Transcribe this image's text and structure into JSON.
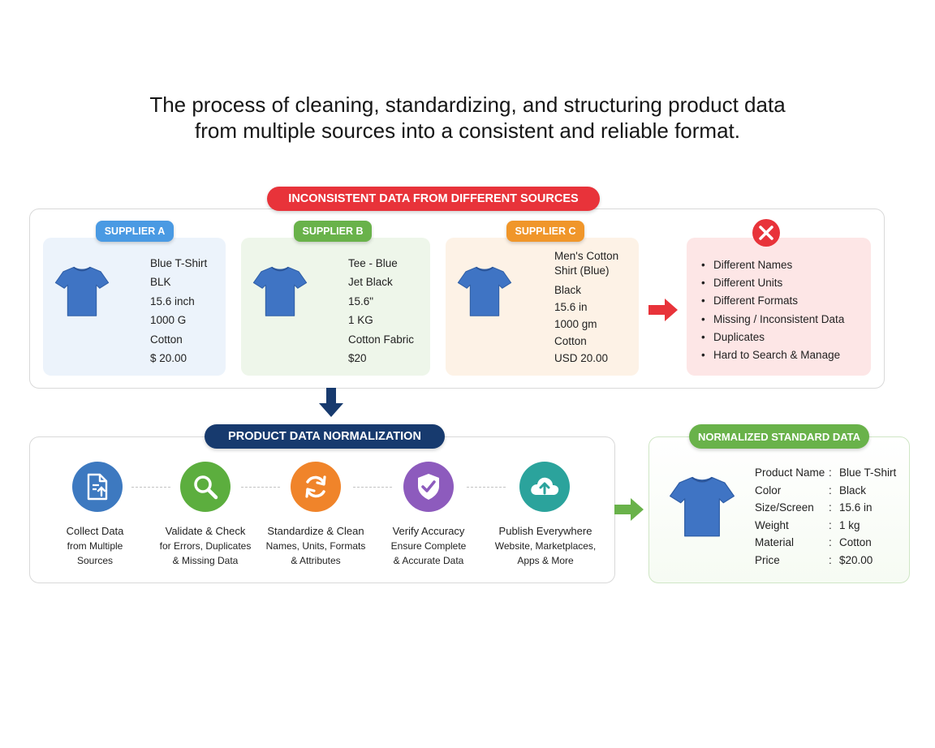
{
  "subtitle": {
    "line1": "The process of cleaning, standardizing, and structuring product data",
    "line2": "from multiple sources into a consistent and reliable format."
  },
  "inconsistent": {
    "banner": "INCONSISTENT DATA FROM DIFFERENT SOURCES",
    "suppliers": [
      {
        "label": "SUPPLIER A",
        "color": "#4a9ae3",
        "bg": "#ecf3fb",
        "lines": [
          "Blue T-Shirt",
          "BLK",
          "15.6 inch",
          "1000 G",
          "Cotton",
          "$ 20.00"
        ]
      },
      {
        "label": "SUPPLIER B",
        "color": "#69b24a",
        "bg": "#eef6ea",
        "lines": [
          "Tee - Blue",
          "Jet Black",
          "15.6\"",
          "1 KG",
          "Cotton Fabric",
          "$20"
        ]
      },
      {
        "label": "SUPPLIER C",
        "color": "#f0962a",
        "bg": "#fdf2e6",
        "lines": [
          "Men's Cotton",
          "Shirt (Blue)",
          "Black",
          "15.6 in",
          "1000 gm",
          "Cotton",
          "USD 20.00"
        ]
      }
    ],
    "issues_icon": "close-icon",
    "issues": [
      "Different Names",
      "Different Units",
      "Different Formats",
      "Missing / Inconsistent Data",
      "Duplicates",
      "Hard to Search & Manage"
    ]
  },
  "normalization": {
    "banner": "PRODUCT DATA NORMALIZATION",
    "steps": [
      {
        "icon": "document-upload-icon",
        "color": "#3d79c0",
        "title": "Collect Data",
        "line2": "from Multiple",
        "line3": "Sources"
      },
      {
        "icon": "search-icon",
        "color": "#5cae3e",
        "title": "Validate & Check",
        "line2": "for Errors, Duplicates",
        "line3": "& Missing Data"
      },
      {
        "icon": "refresh-icon",
        "color": "#f0842a",
        "title": "Standardize & Clean",
        "line2": "Names, Units, Formats",
        "line3": "& Attributes"
      },
      {
        "icon": "shield-check-icon",
        "color": "#8d5bbd",
        "title": "Verify Accuracy",
        "line2": "Ensure Complete",
        "line3": "& Accurate Data"
      },
      {
        "icon": "cloud-upload-icon",
        "color": "#2ba39c",
        "title": "Publish Everywhere",
        "line2": "Website, Marketplaces,",
        "line3": "Apps & More"
      }
    ]
  },
  "normalized": {
    "banner": "NORMALIZED STANDARD DATA",
    "rows": [
      {
        "key": "Product Name",
        "sep": ":",
        "value": "Blue T-Shirt"
      },
      {
        "key": "Color",
        "sep": ":",
        "value": "Black"
      },
      {
        "key": "Size/Screen",
        "sep": ":",
        "value": "15.6 in"
      },
      {
        "key": "Weight",
        "sep": ":",
        "value": "1 kg"
      },
      {
        "key": "Material",
        "sep": ":",
        "value": "Cotton"
      },
      {
        "key": "Price",
        "sep": ":",
        "value": "$20.00"
      }
    ]
  },
  "colors": {
    "red_banner": "#e8333a",
    "navy_banner": "#173a6e",
    "green_banner": "#69b24a",
    "tshirt": "#3f74c4"
  }
}
